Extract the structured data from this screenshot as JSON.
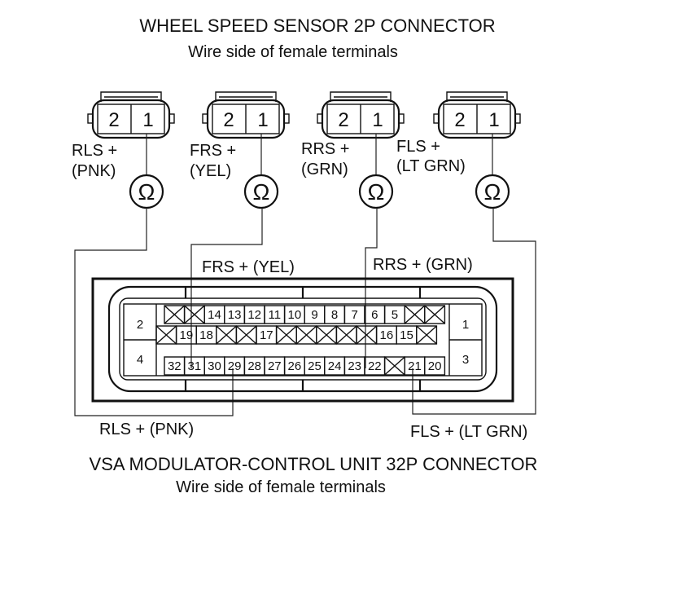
{
  "top_title": "WHEEL SPEED SENSOR 2P CONNECTOR",
  "top_subtitle": "Wire side of female terminals",
  "bottom_title": "VSA MODULATOR-CONTROL UNIT 32P CONNECTOR",
  "bottom_subtitle": "Wire side of female terminals",
  "ohm_symbol": "Ω",
  "sensors": [
    {
      "id": "rls",
      "pin_left": "2",
      "pin_right": "1",
      "label_line1": "RLS +",
      "label_line2": "(PNK)"
    },
    {
      "id": "frs",
      "pin_left": "2",
      "pin_right": "1",
      "label_line1": "FRS +",
      "label_line2": "(YEL)"
    },
    {
      "id": "rrs",
      "pin_left": "2",
      "pin_right": "1",
      "label_line1": "RRS +",
      "label_line2": "(GRN)"
    },
    {
      "id": "fls",
      "pin_left": "2",
      "pin_right": "1",
      "label_line1": "FLS +",
      "label_line2": "(LT GRN)"
    }
  ],
  "wire_labels": {
    "frs": "FRS +  (YEL)",
    "rrs": "RRS +  (GRN)",
    "rls": "RLS +  (PNK)",
    "fls": "FLS +  (LT GRN)"
  },
  "connector32": {
    "corner_pins": [
      "2",
      "1",
      "4",
      "3"
    ],
    "row1": [
      "X",
      "X",
      "14",
      "13",
      "12",
      "11",
      "10",
      "9",
      "8",
      "7",
      "6",
      "5",
      "X",
      "X"
    ],
    "row2": [
      "X",
      "19",
      "18",
      "X",
      "X",
      "17",
      "X",
      "X",
      "X",
      "X",
      "X",
      "16",
      "15",
      "X"
    ],
    "row3": [
      "32",
      "31",
      "30",
      "29",
      "28",
      "27",
      "26",
      "25",
      "24",
      "23",
      "22",
      "X",
      "21",
      "20"
    ]
  }
}
